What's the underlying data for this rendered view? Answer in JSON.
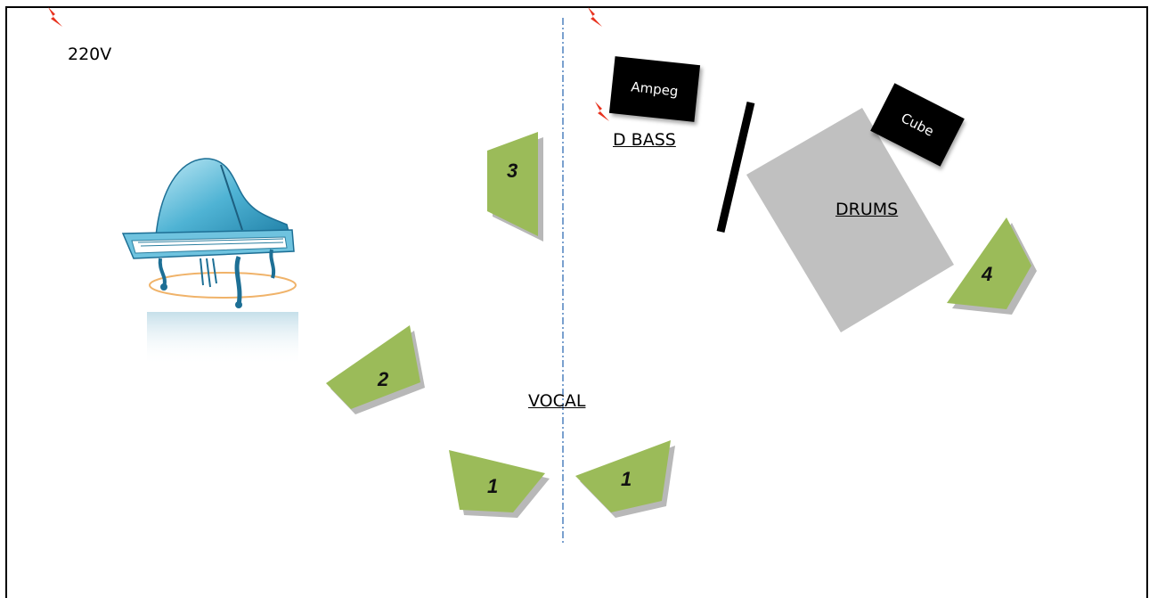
{
  "diagram": {
    "power_label": "220V",
    "amps": {
      "ampeg": "Ampeg",
      "cube": "Cube"
    },
    "labels": {
      "bass": "D BASS",
      "drums": "DRUMS",
      "vocal": "VOCAL"
    },
    "monitors": [
      "1",
      "1",
      "2",
      "3",
      "4"
    ],
    "colors": {
      "monitor_fill": "#9bbb59",
      "monitor_shadow": "#b8b8b8",
      "drum_riser": "#c0c0c0",
      "amp": "#000000",
      "power_bolt": "#e8321e",
      "center_line": "#4f81bd",
      "frame": "#000000"
    },
    "icons": [
      "grand-piano-icon",
      "power-outlet-icon"
    ]
  }
}
